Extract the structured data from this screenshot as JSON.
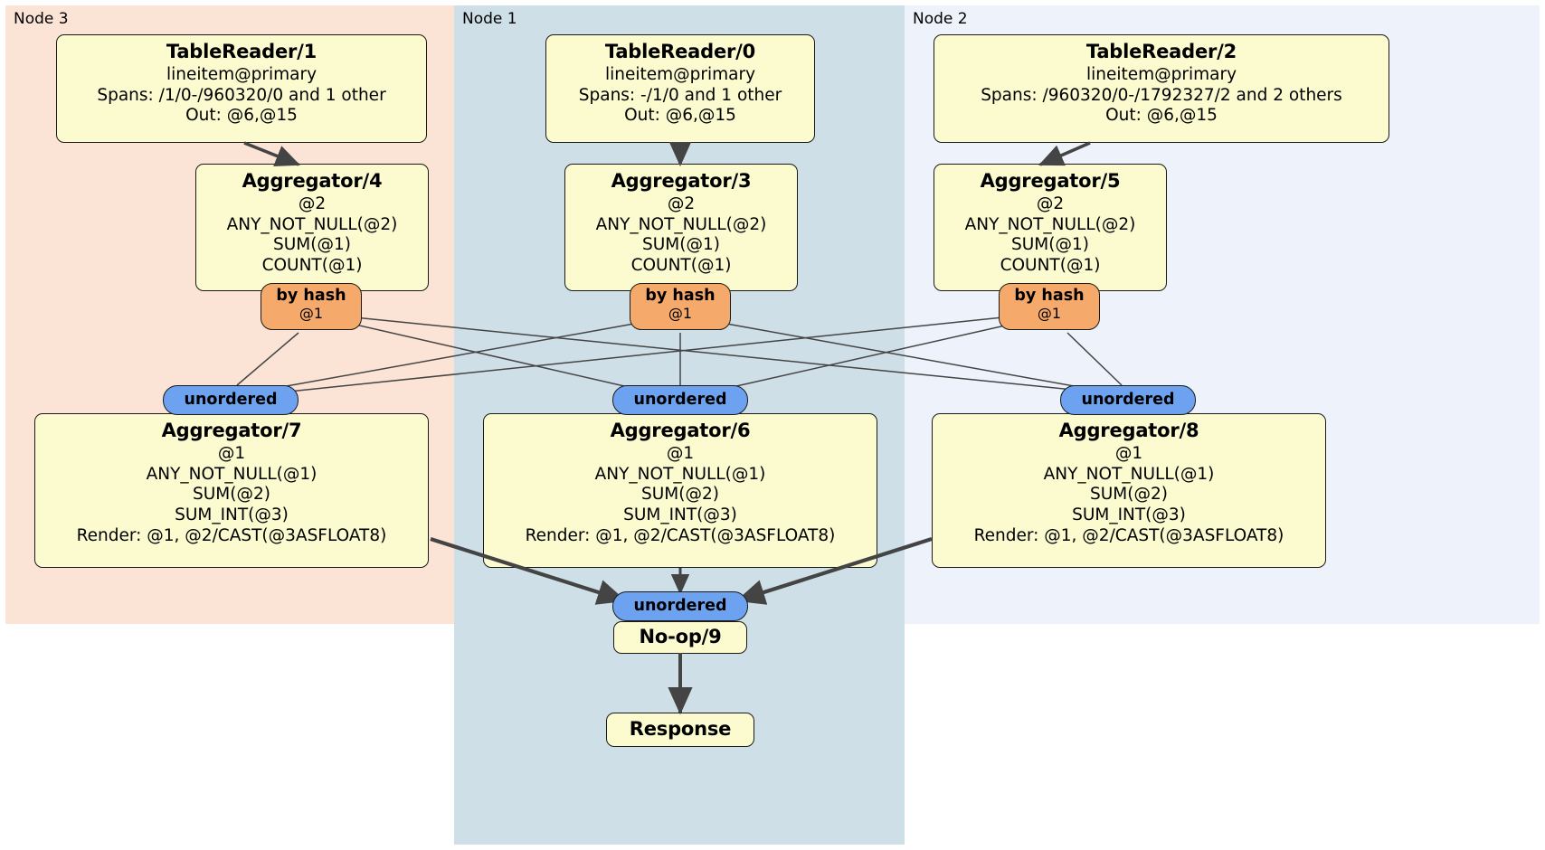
{
  "diagram": {
    "type": "distributed-query-plan",
    "colors": {
      "node3_panel": "#fbe3d6",
      "node1_panel": "#cfdfe8",
      "node2_panel": "#eef2fb",
      "processor_box": "#fbfbcf",
      "hash_badge": "#f5a96b",
      "unordered_badge": "#6ca2ef",
      "edge": "#444444",
      "border": "#1a1a1a"
    },
    "panels": [
      {
        "id": "node3",
        "label": "Node 3"
      },
      {
        "id": "node1",
        "label": "Node 1"
      },
      {
        "id": "node2",
        "label": "Node 2"
      }
    ],
    "processors": {
      "tablereader1": {
        "title": "TableReader/1",
        "lines": [
          "lineitem@primary",
          "Spans: /1/0-/960320/0 and 1 other",
          "Out: @6,@15"
        ]
      },
      "tablereader0": {
        "title": "TableReader/0",
        "lines": [
          "lineitem@primary",
          "Spans: -/1/0 and 1 other",
          "Out: @6,@15"
        ]
      },
      "tablereader2": {
        "title": "TableReader/2",
        "lines": [
          "lineitem@primary",
          "Spans: /960320/0-/1792327/2 and 2 others",
          "Out: @6,@15"
        ]
      },
      "aggregator4": {
        "title": "Aggregator/4",
        "lines": [
          "@2",
          "ANY_NOT_NULL(@2)",
          "SUM(@1)",
          "COUNT(@1)"
        ]
      },
      "aggregator3": {
        "title": "Aggregator/3",
        "lines": [
          "@2",
          "ANY_NOT_NULL(@2)",
          "SUM(@1)",
          "COUNT(@1)"
        ]
      },
      "aggregator5": {
        "title": "Aggregator/5",
        "lines": [
          "@2",
          "ANY_NOT_NULL(@2)",
          "SUM(@1)",
          "COUNT(@1)"
        ]
      },
      "aggregator7": {
        "title": "Aggregator/7",
        "lines": [
          "@1",
          "ANY_NOT_NULL(@1)",
          "SUM(@2)",
          "SUM_INT(@3)",
          "Render: @1, @2/CAST(@3ASFLOAT8)"
        ]
      },
      "aggregator6": {
        "title": "Aggregator/6",
        "lines": [
          "@1",
          "ANY_NOT_NULL(@1)",
          "SUM(@2)",
          "SUM_INT(@3)",
          "Render: @1, @2/CAST(@3ASFLOAT8)"
        ]
      },
      "aggregator8": {
        "title": "Aggregator/8",
        "lines": [
          "@1",
          "ANY_NOT_NULL(@1)",
          "SUM(@2)",
          "SUM_INT(@3)",
          "Render: @1, @2/CAST(@3ASFLOAT8)"
        ]
      },
      "noop9": {
        "title": "No-op/9",
        "lines": []
      },
      "response": {
        "title": "Response",
        "lines": []
      }
    },
    "badges": {
      "hash_left": {
        "kind": "by hash",
        "column": "@1"
      },
      "hash_center": {
        "kind": "by hash",
        "column": "@1"
      },
      "hash_right": {
        "kind": "by hash",
        "column": "@1"
      },
      "unordered_left": {
        "kind": "unordered"
      },
      "unordered_center": {
        "kind": "unordered"
      },
      "unordered_right": {
        "kind": "unordered"
      },
      "unordered_final": {
        "kind": "unordered"
      }
    }
  }
}
